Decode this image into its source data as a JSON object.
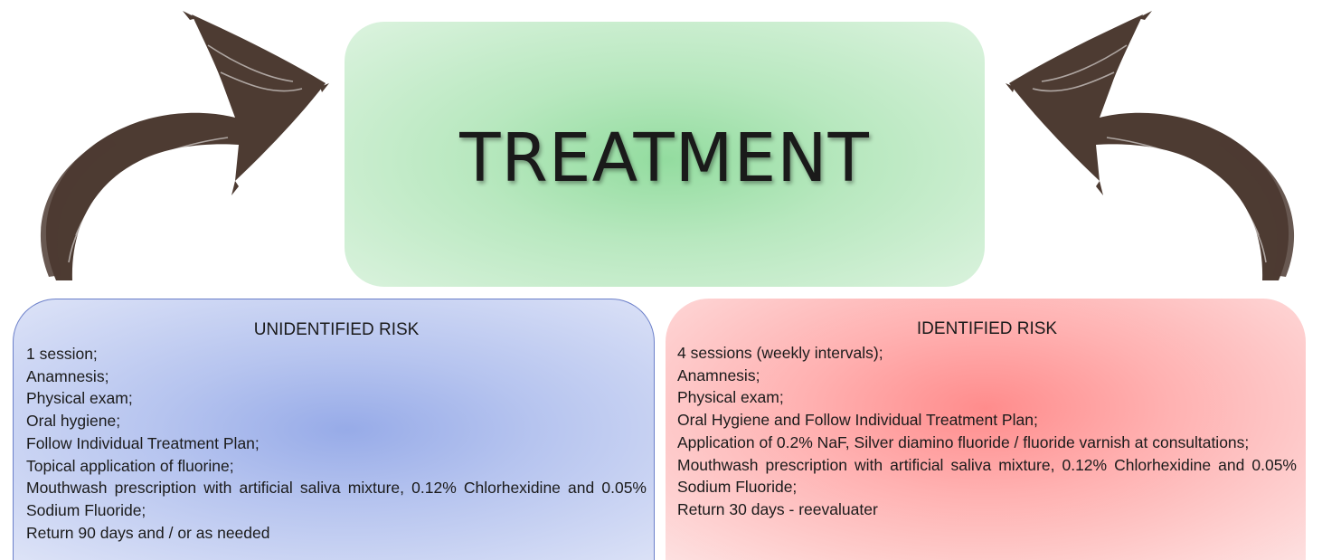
{
  "colors": {
    "treatment_fill": "#a8e2b1",
    "unidentified_fill": "#b6c4ef",
    "unidentified_border": "#6b7fc9",
    "identified_fill": "#ffb1b1",
    "arrow": "#4d3b32"
  },
  "icons": {
    "left_arrow": "curved-arrow-up-right-icon",
    "right_arrow": "curved-arrow-up-left-icon"
  },
  "treatment": {
    "title": "TREATMENT"
  },
  "unidentified": {
    "title": "UNIDENTIFIED RISK",
    "items": [
      "1 session;",
      "Anamnesis;",
      "Physical exam;",
      "Oral hygiene;",
      "Follow Individual Treatment Plan;",
      "Topical application of fluorine;",
      "Mouthwash prescription with artificial saliva mixture, 0.12% Chlorhexidine and 0.05% Sodium Fluoride;",
      "Return 90 days and / or as needed"
    ]
  },
  "identified": {
    "title": "IDENTIFIED RISK",
    "items": [
      "4 sessions (weekly intervals);",
      "Anamnesis;",
      "Physical exam;",
      "Oral Hygiene and Follow Individual Treatment Plan;",
      "Application of 0.2% NaF, Silver diamino fluoride / fluoride varnish at consultations;",
      "Mouthwash prescription with artificial saliva mixture, 0.12% Chlorhexidine and 0.05% Sodium Fluoride;",
      "Return 30 days - reevaluater"
    ]
  }
}
